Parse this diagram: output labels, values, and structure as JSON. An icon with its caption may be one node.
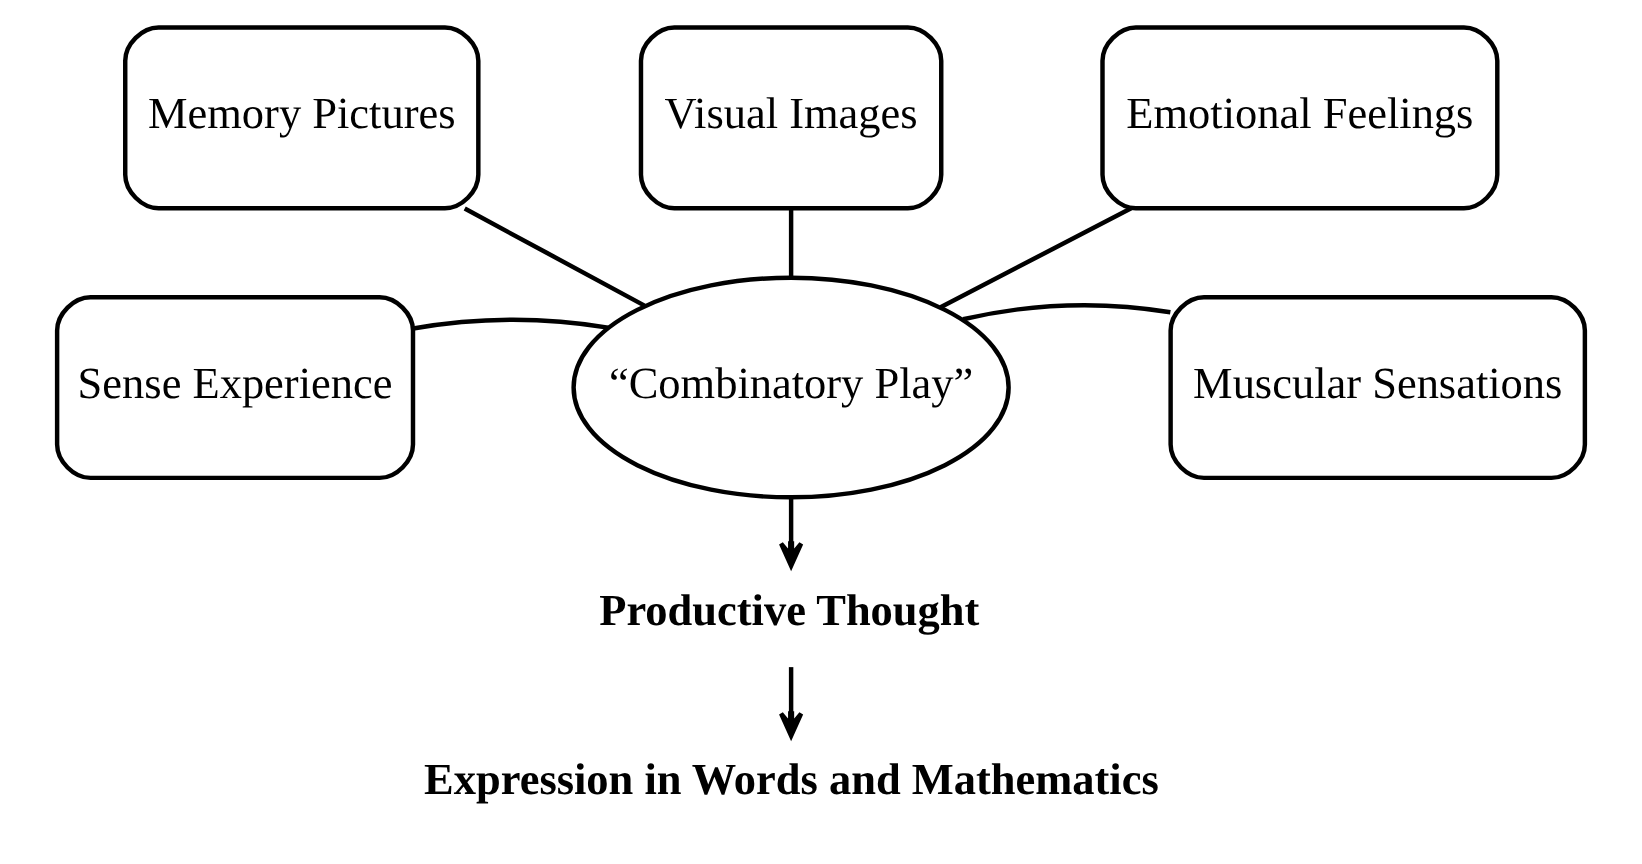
{
  "diagram": {
    "nodes": [
      {
        "text": [
          "Memory Pictures"
        ]
      },
      {
        "text": [
          "Visual Images"
        ]
      },
      {
        "text": [
          "Emotional Feelings"
        ]
      },
      {
        "text": [
          "“Combinatory Play”"
        ]
      },
      {
        "text": [
          "Sense Experience"
        ]
      },
      {
        "text": [
          "Muscular Sensations"
        ]
      },
      {
        "text": [
          "Productive Thought"
        ]
      },
      {
        "text": [
          "Expression in Words and Mathematics"
        ]
      }
    ],
    "edges": [
      {
        "from": 0,
        "to": 3,
        "arrow": "none"
      },
      {
        "from": 1,
        "to": 3,
        "arrow": "none"
      },
      {
        "from": 2,
        "to": 3,
        "arrow": "none"
      },
      {
        "from": 4,
        "to": 3,
        "arrow": "none"
      },
      {
        "from": 5,
        "to": 3,
        "arrow": "none"
      },
      {
        "from": 3,
        "to": 6,
        "arrow": "to"
      },
      {
        "from": 6,
        "to": 7,
        "arrow": "to"
      }
    ]
  }
}
